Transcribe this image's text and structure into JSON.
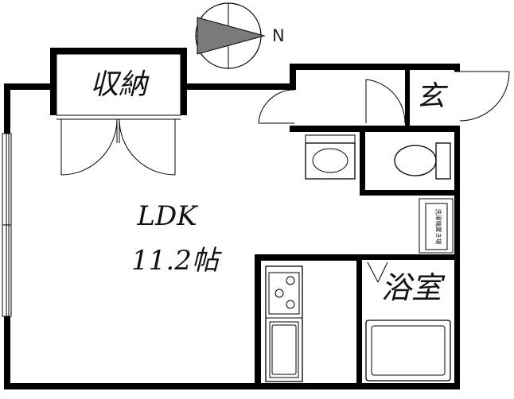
{
  "compass": {
    "label": "N"
  },
  "rooms": {
    "storage": "収納",
    "entrance": "玄",
    "ldk_name": "LDK",
    "ldk_size": "11.2帖",
    "bath": "浴室",
    "washer": "洗濯機置き場"
  }
}
